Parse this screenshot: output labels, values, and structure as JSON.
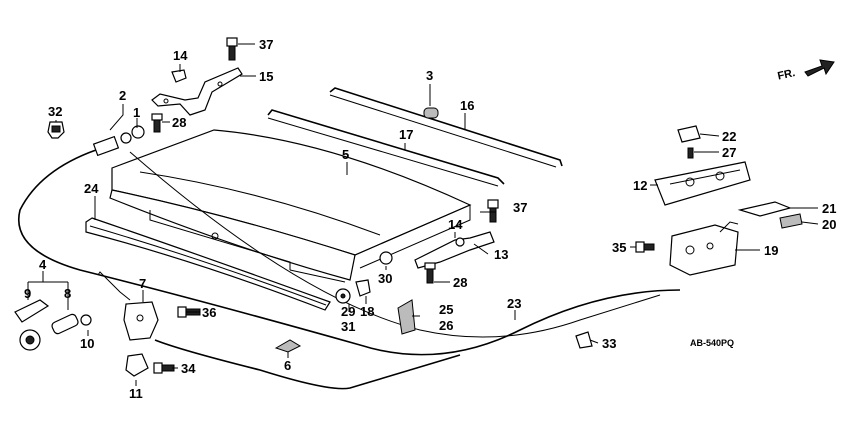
{
  "diagram_code": "AB-540PQ",
  "direction_label": "FR.",
  "callouts": {
    "c2": "2",
    "c1": "1",
    "c3": "3",
    "c4": "4",
    "c5": "5",
    "c6": "6",
    "c7": "7",
    "c8": "8",
    "c9": "9",
    "c10": "10",
    "c11": "11",
    "c12": "12",
    "c13": "13",
    "c14a": "14",
    "c14b": "14",
    "c15": "15",
    "c16": "16",
    "c17": "17",
    "c18": "18",
    "c19": "19",
    "c20": "20",
    "c21": "21",
    "c22": "22",
    "c23": "23",
    "c24": "24",
    "c25": "25",
    "c26": "26",
    "c27": "27",
    "c28a": "28",
    "c28b": "28",
    "c29": "29",
    "c30": "30",
    "c31": "31",
    "c32": "32",
    "c33": "33",
    "c34": "34",
    "c35": "35",
    "c36": "36",
    "c37a": "37",
    "c37b": "37"
  }
}
